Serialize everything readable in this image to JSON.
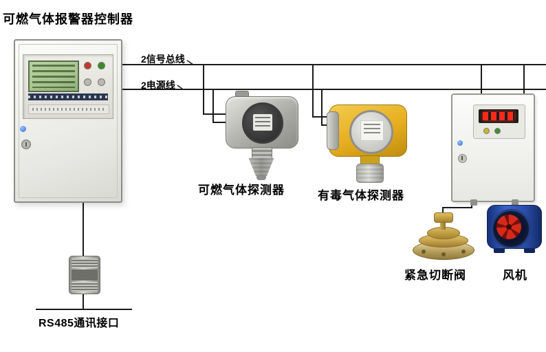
{
  "title": "可燃气体报警器控制器",
  "bus": {
    "signal_label": "2信号总线",
    "power_label": "2电源线"
  },
  "devices": {
    "detector_combustible": {
      "label": "可燃气体探测器"
    },
    "detector_toxic": {
      "label": "有毒气体探测器"
    },
    "valve": {
      "label": "紧急切断阀"
    },
    "fan": {
      "label": "风机"
    },
    "rs485": {
      "label": "RS485通讯接口"
    }
  },
  "colors": {
    "wire": "#1a1a1a",
    "toxic_body": "#e6ad1f",
    "fan_body": "#2a4da8",
    "impeller_red": "#d42a1a",
    "valve_brass": "#c2a04a",
    "lcd_green": "#a6c48c",
    "display_red": "#ff2a1a",
    "led_blue": "#2a6fd6"
  }
}
